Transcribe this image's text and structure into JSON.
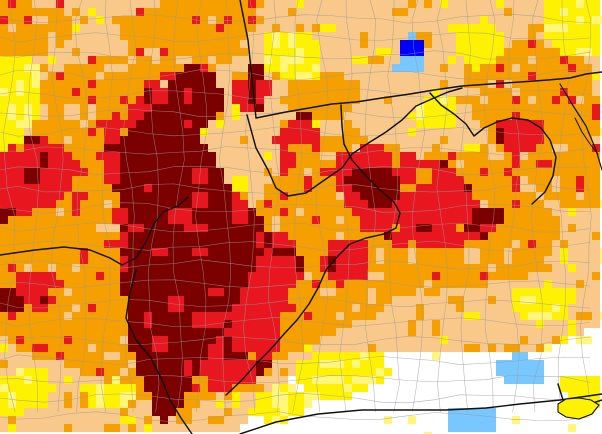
{
  "map": {
    "kind": "categorical raster map",
    "categories": [
      {
        "name": "white",
        "color": "#ffffff"
      },
      {
        "name": "pale_yellow",
        "color": "#fff67a"
      },
      {
        "name": "yellow",
        "color": "#fff200"
      },
      {
        "name": "light_orange",
        "color": "#f8c98a"
      },
      {
        "name": "orange",
        "color": "#f6a000"
      },
      {
        "name": "red",
        "color": "#e8161f"
      },
      {
        "name": "dark_red",
        "color": "#7b0000"
      },
      {
        "name": "light_blue",
        "color": "#78c7ff"
      },
      {
        "name": "blue",
        "color": "#0000ff"
      }
    ],
    "boundary_colors": {
      "state": "#111111",
      "county": "#9a9a9a"
    }
  }
}
